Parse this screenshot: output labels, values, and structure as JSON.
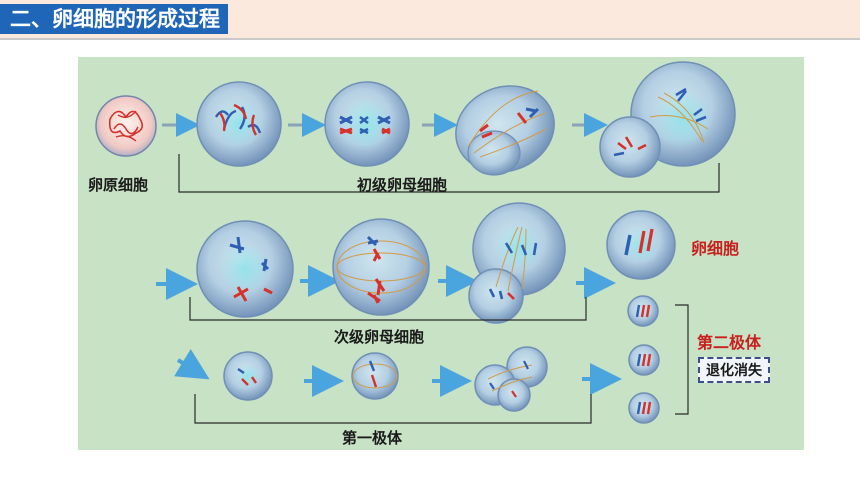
{
  "header": {
    "title": "二、卵细胞的形成过程"
  },
  "diagram": {
    "labels": {
      "oogonium": "卵原细胞",
      "primary_oocyte": "初级卵母细胞",
      "secondary_oocyte": "次级卵母细胞",
      "egg_cell": "卵细胞",
      "first_polar_body": "第一极体",
      "second_polar_body": "第二极体",
      "degenerate": "退化消失"
    },
    "colors": {
      "background": "#c7e2c4",
      "cell_fill": "#b8cfe4",
      "chromosome_red": "#d6312b",
      "chromosome_blue": "#2f5fb3",
      "arrow": "#4aa5de",
      "bracket": "#2b2b2b"
    }
  }
}
